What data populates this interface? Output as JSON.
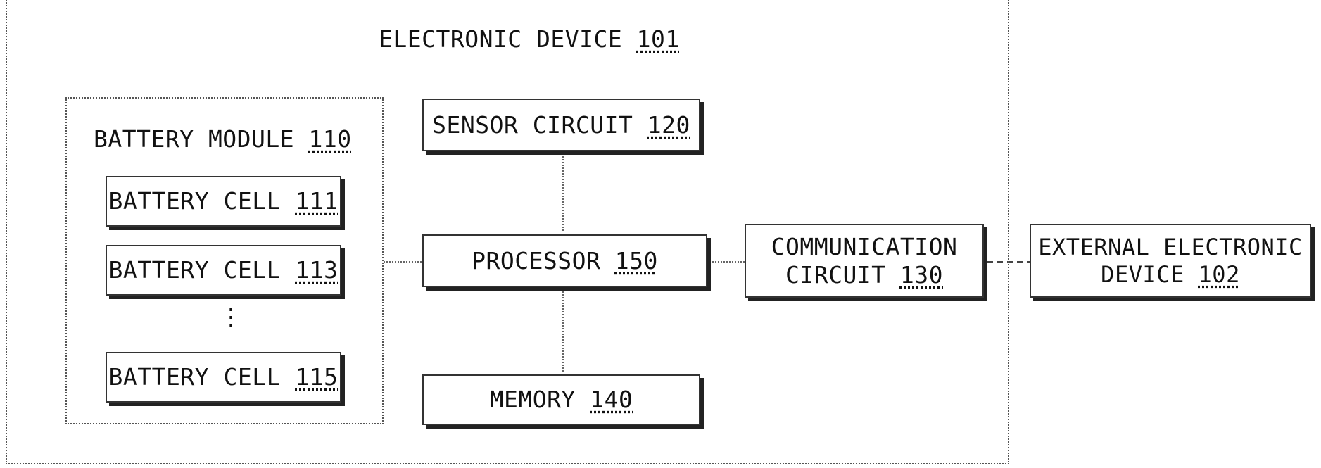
{
  "device": {
    "name": "ELECTRONIC DEVICE",
    "ref": "101"
  },
  "battery_module": {
    "name": "BATTERY MODULE",
    "ref": "110"
  },
  "cells": [
    {
      "name": "BATTERY CELL",
      "ref": "111"
    },
    {
      "name": "BATTERY CELL",
      "ref": "113"
    },
    {
      "name": "BATTERY CELL",
      "ref": "115"
    }
  ],
  "ellipsis": "⋮",
  "sensor": {
    "name": "SENSOR CIRCUIT",
    "ref": "120"
  },
  "processor": {
    "name": "PROCESSOR",
    "ref": "150"
  },
  "memory": {
    "name": "MEMORY",
    "ref": "140"
  },
  "communication": {
    "line1": "COMMUNICATION",
    "line2": "CIRCUIT",
    "ref": "130"
  },
  "external": {
    "line1": "EXTERNAL ELECTRONIC",
    "line2": "DEVICE",
    "ref": "102"
  }
}
